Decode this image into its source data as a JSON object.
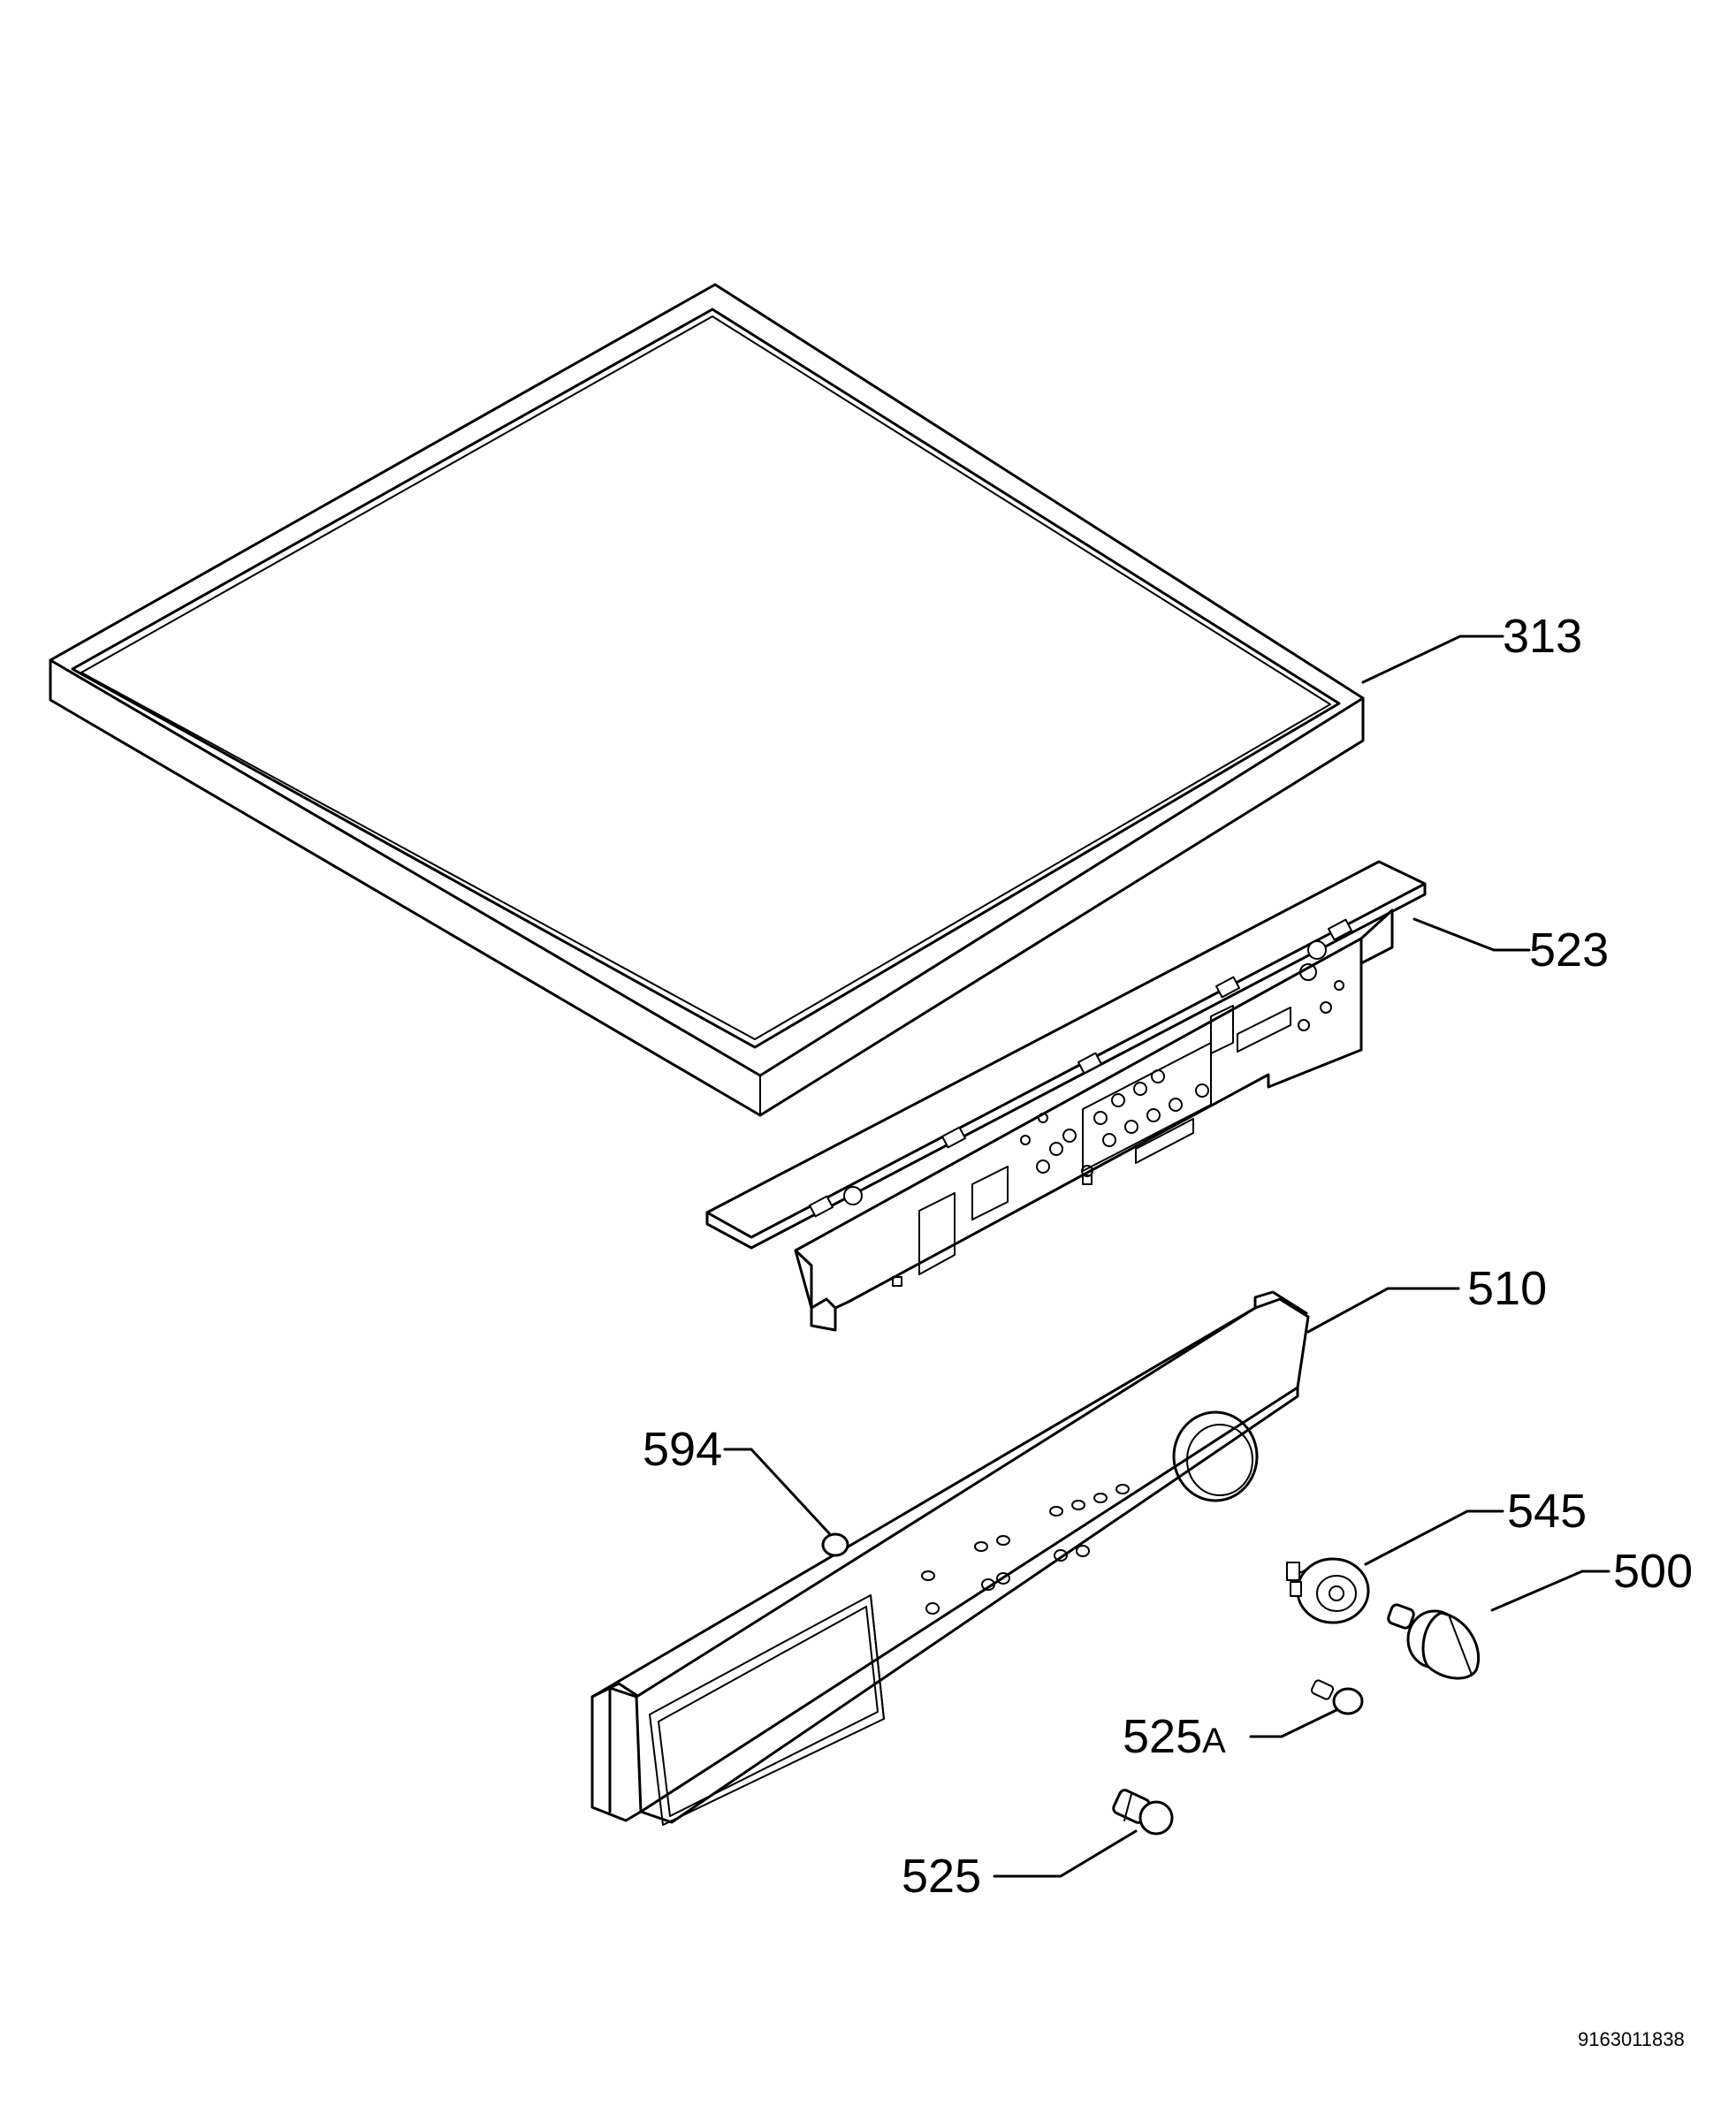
{
  "parts": [
    {
      "key": "p313",
      "number": "313",
      "suffix": ""
    },
    {
      "key": "p523",
      "number": "523",
      "suffix": ""
    },
    {
      "key": "p510",
      "number": "510",
      "suffix": ""
    },
    {
      "key": "p594",
      "number": "594",
      "suffix": ""
    },
    {
      "key": "p545",
      "number": "545",
      "suffix": ""
    },
    {
      "key": "p500",
      "number": "500",
      "suffix": ""
    },
    {
      "key": "p525A",
      "number": "525",
      "suffix": "A"
    },
    {
      "key": "p525",
      "number": "525",
      "suffix": ""
    }
  ],
  "document_number": "9163011838"
}
